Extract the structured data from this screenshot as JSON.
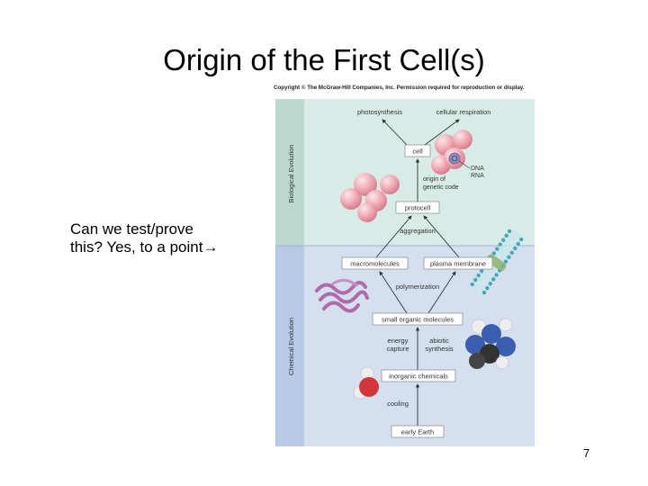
{
  "slide": {
    "title": "Origin of the First Cell(s)",
    "text_line1": "Can we test/prove",
    "text_line2": "this? Yes, to a point",
    "arrow_glyph": "→",
    "page_number": "7"
  },
  "figure": {
    "copyright": "Copyright © The McGraw-Hill Companies, Inc. Permission required for reproduction or display.",
    "sections": {
      "biological": "Biological Evolution",
      "chemical": "Chemical Evolution"
    },
    "labels": {
      "photosynthesis": "photosynthesis",
      "cellular_respiration": "cellular respiration",
      "cell": "cell",
      "dna": "DNA",
      "rna": "RNA",
      "origin_line1": "origin of",
      "origin_line2": "genetic code",
      "protocell": "protocell",
      "aggregation": "aggregation",
      "macromolecules": "macromolecules",
      "plasma_membrane": "plasma membrane",
      "polymerization": "polymerization",
      "small_organic_molecules": "small organic molecules",
      "energy_line1": "energy",
      "energy_line2": "capture",
      "abiotic_line1": "abiotic",
      "abiotic_line2": "synthesis",
      "inorganic_chemicals": "inorganic chemicals",
      "cooling": "cooling",
      "early_earth": "early Earth"
    },
    "colors": {
      "biological_bg": "#d7ece6",
      "chemical_bg": "#d4dff0",
      "strip_bio": "#bcd9d0",
      "strip_chem": "#b7c9e4",
      "sphere": "#f0aab4",
      "macromolecule": "#b06aa8",
      "membrane": "#5fb7c2",
      "molecule_blue": "#3b5fb0",
      "water_red": "#d2363a"
    }
  }
}
